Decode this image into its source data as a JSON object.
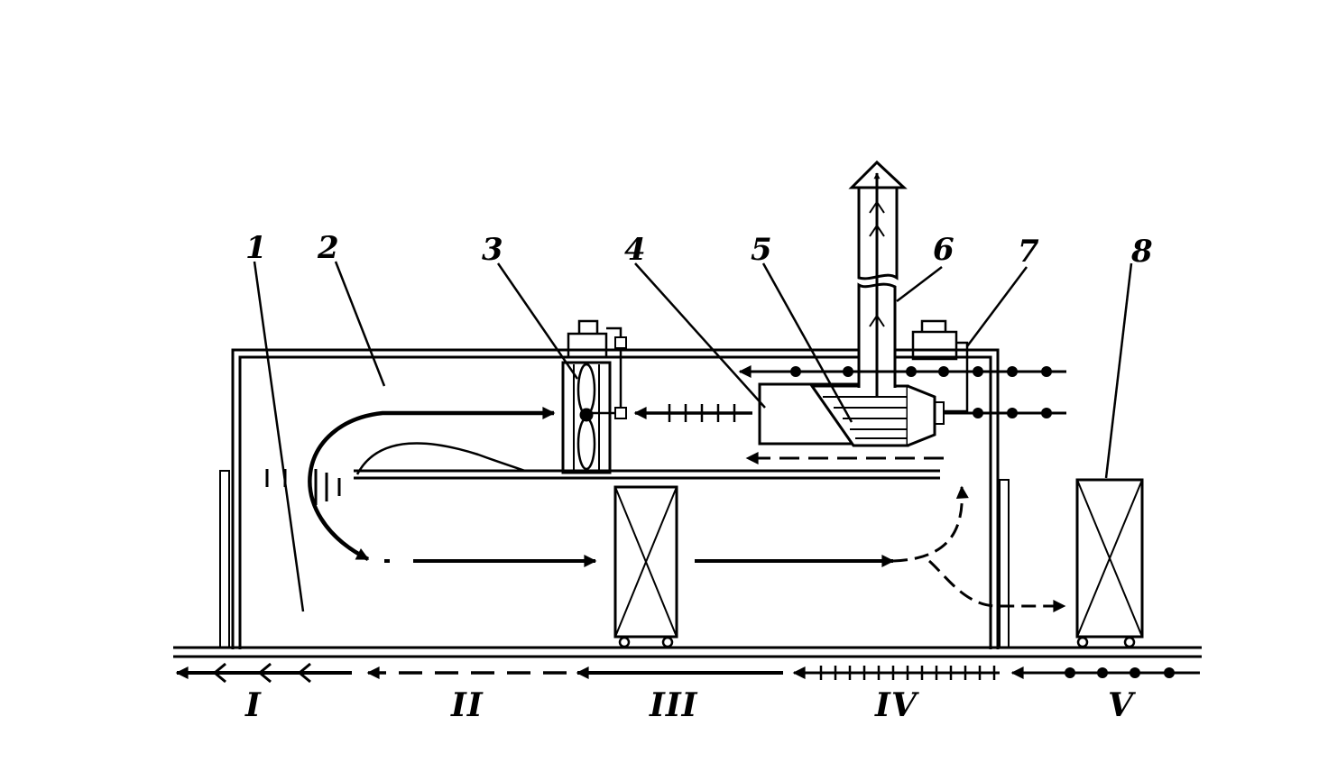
{
  "callouts": [
    {
      "label": "1",
      "part": "chamber"
    },
    {
      "label": "2",
      "part": "air-duct"
    },
    {
      "label": "3",
      "part": "fan"
    },
    {
      "label": "4",
      "part": "heater"
    },
    {
      "label": "5",
      "part": "burner"
    },
    {
      "label": "6",
      "part": "exhaust-stack"
    },
    {
      "label": "7",
      "part": "fuel-pipe"
    },
    {
      "label": "8",
      "part": "cart"
    }
  ],
  "zones": [
    "I",
    "II",
    "III",
    "IV",
    "V"
  ],
  "colors": {
    "ink": "#000000",
    "background": "#ffffff"
  }
}
